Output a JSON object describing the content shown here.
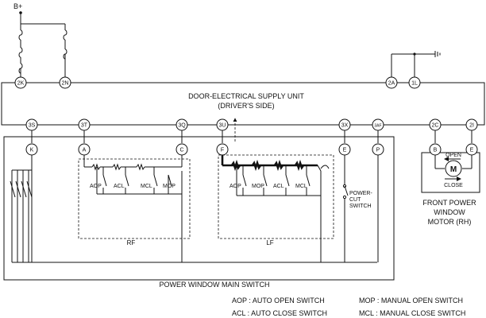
{
  "supply": {
    "label": "B+"
  },
  "unit": {
    "line1": "DOOR-ELECTRICAL SUPPLY UNIT",
    "line2": "(DRIVER'S SIDE)"
  },
  "terminals_top": [
    "2K",
    "2N",
    "2A",
    "1L"
  ],
  "terminals_bottom": [
    "3S",
    "3T",
    "3Q",
    "3U",
    "3X",
    "3AF",
    "2C",
    "2I"
  ],
  "switch_terminals": [
    "K",
    "A",
    "C",
    "F",
    "E",
    "P"
  ],
  "motor_terminals": [
    "B",
    "E"
  ],
  "rf": {
    "label": "RF",
    "aop": "AOP",
    "acl": "ACL",
    "mcl": "MCL",
    "mop": "MOP"
  },
  "lf": {
    "label": "LF",
    "aop": "AOP",
    "mop": "MOP",
    "acl": "ACL",
    "mcl": "MCL"
  },
  "power_cut": {
    "line1": "POWER-",
    "line2": "CUT",
    "line3": "SWITCH"
  },
  "main_switch": {
    "label": "POWER WINDOW MAIN SWITCH"
  },
  "motor": {
    "symbol": "M",
    "open": "OPEN",
    "close": "CLOSE",
    "line1": "FRONT POWER",
    "line2": "WINDOW",
    "line3": "MOTOR (RH)"
  },
  "legend": {
    "aop": "AOP : AUTO OPEN SWITCH",
    "acl": "ACL : AUTO CLOSE SWITCH",
    "mop": "MOP : MANUAL OPEN SWITCH",
    "mcl": "MCL : MANUAL CLOSE SWITCH"
  }
}
